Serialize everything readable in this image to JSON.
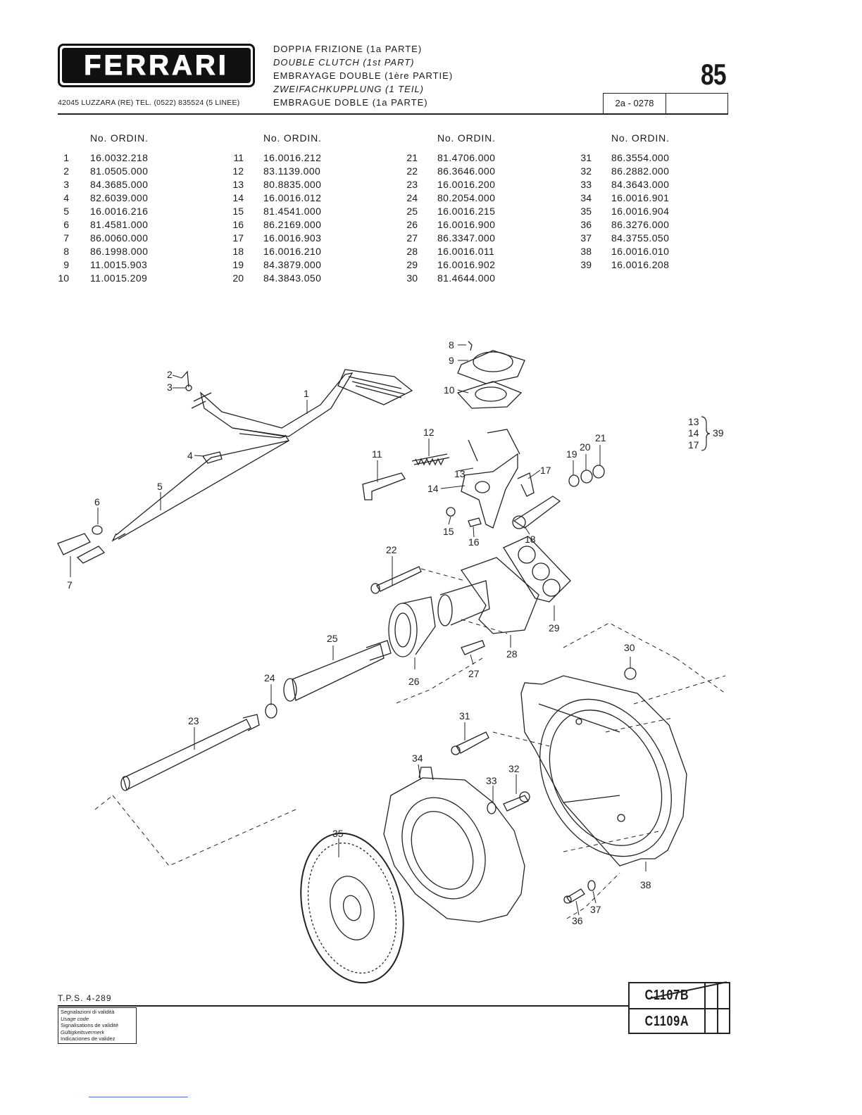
{
  "header": {
    "logo_text": "FERRARI",
    "address": "42045 LUZZARA (RE)   TEL. (0522) 835524 (5 LINEE)",
    "titles": [
      "DOPPIA FRIZIONE (1a PARTE)",
      "DOUBLE CLUTCH (1st PART)",
      "EMBRAYAGE DOUBLE (1ère PARTIE)",
      "ZWEIFACHKUPPLUNG (1 TEIL)",
      "EMBRAGUE DOBLE (1a PARTE)"
    ],
    "page_number": "85",
    "ref_code": "2a - 0278"
  },
  "parts": {
    "column_header": "No. ORDIN.",
    "columns": [
      [
        {
          "num": "1",
          "code": "16.0032.218"
        },
        {
          "num": "2",
          "code": "81.0505.000"
        },
        {
          "num": "3",
          "code": "84.3685.000"
        },
        {
          "num": "4",
          "code": "82.6039.000"
        },
        {
          "num": "5",
          "code": "16.0016.216"
        },
        {
          "num": "6",
          "code": "81.4581.000"
        },
        {
          "num": "7",
          "code": "86.0060.000"
        },
        {
          "num": "8",
          "code": "86.1998.000"
        },
        {
          "num": "9",
          "code": "11.0015.903"
        },
        {
          "num": "10",
          "code": "11.0015.209"
        }
      ],
      [
        {
          "num": "11",
          "code": "16.0016.212"
        },
        {
          "num": "12",
          "code": "83.1139.000"
        },
        {
          "num": "13",
          "code": "80.8835.000"
        },
        {
          "num": "14",
          "code": "16.0016.012"
        },
        {
          "num": "15",
          "code": "81.4541.000"
        },
        {
          "num": "16",
          "code": "86.2169.000"
        },
        {
          "num": "17",
          "code": "16.0016.903"
        },
        {
          "num": "18",
          "code": "16.0016.210"
        },
        {
          "num": "19",
          "code": "84.3879.000"
        },
        {
          "num": "20",
          "code": "84.3843.050"
        }
      ],
      [
        {
          "num": "21",
          "code": "81.4706.000"
        },
        {
          "num": "22",
          "code": "86.3646.000"
        },
        {
          "num": "23",
          "code": "16.0016.200"
        },
        {
          "num": "24",
          "code": "80.2054.000"
        },
        {
          "num": "25",
          "code": "16.0016.215"
        },
        {
          "num": "26",
          "code": "16.0016.900"
        },
        {
          "num": "27",
          "code": "86.3347.000"
        },
        {
          "num": "28",
          "code": "16.0016.011"
        },
        {
          "num": "29",
          "code": "16.0016.902"
        },
        {
          "num": "30",
          "code": "81.4644.000"
        }
      ],
      [
        {
          "num": "31",
          "code": "86.3554.000"
        },
        {
          "num": "32",
          "code": "86.2882.000"
        },
        {
          "num": "33",
          "code": "84.3643.000"
        },
        {
          "num": "34",
          "code": "16.0016.901"
        },
        {
          "num": "35",
          "code": "16.0016.904"
        },
        {
          "num": "36",
          "code": "86.3276.000"
        },
        {
          "num": "37",
          "code": "84.3755.050"
        },
        {
          "num": "38",
          "code": "16.0016.010"
        },
        {
          "num": "39",
          "code": "16.0016.208"
        }
      ]
    ]
  },
  "diagram": {
    "callouts": [
      "1",
      "2",
      "3",
      "4",
      "5",
      "6",
      "7",
      "8",
      "9",
      "10",
      "11",
      "12",
      "13",
      "14",
      "15",
      "16",
      "17",
      "18",
      "19",
      "20",
      "21",
      "22",
      "23",
      "24",
      "25",
      "26",
      "27",
      "28",
      "29",
      "30",
      "31",
      "32",
      "33",
      "34",
      "35",
      "36",
      "37",
      "38"
    ],
    "group_note": {
      "members": [
        "13",
        "14",
        "17"
      ],
      "assembly": "39"
    }
  },
  "footer": {
    "tps": "T.P.S. 4-289",
    "validity_lines": [
      "Segnalazioni di validità",
      "Usage code",
      "Signalisations de validité",
      "Gültigkeitsvermerk",
      "Indicaciones de validez"
    ],
    "code_old": "C1107B",
    "code_new": "C1109A"
  }
}
